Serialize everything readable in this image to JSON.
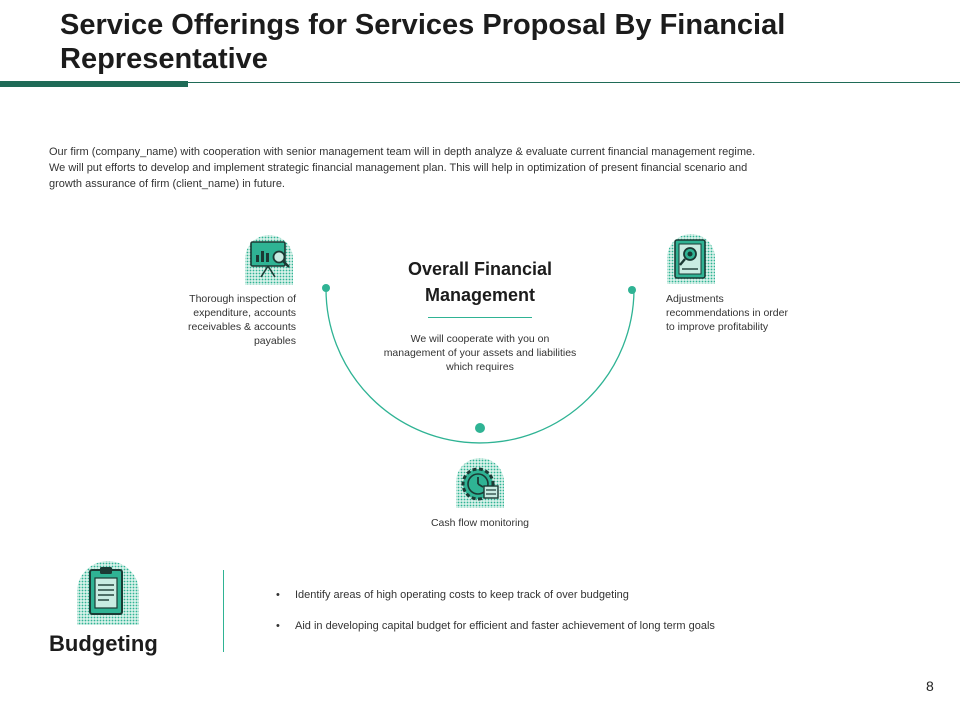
{
  "slide": {
    "title": "Service Offerings for Services Proposal By Financial Representative",
    "intro_lines": [
      "Our firm (company_name) with cooperation with senior management team will in depth analyze & evaluate current financial management regime.",
      "We will put efforts to develop and implement strategic financial management plan. This will help in optimization of present financial scenario and",
      "growth assurance of firm (client_name) in future."
    ],
    "page_number": "8"
  },
  "diagram": {
    "center_title": "Overall Financial Management",
    "center_description": "We will cooperate with you on management of your assets and liabilities which requires",
    "items": [
      {
        "icon": "presentation-chart-magnifier-icon",
        "text": "Thorough inspection of expenditure, accounts receivables & accounts payables"
      },
      {
        "icon": "document-search-icon",
        "text": "Adjustments recommendations in order to improve profitability"
      },
      {
        "icon": "gear-clock-money-icon",
        "text": "Cash flow monitoring"
      }
    ]
  },
  "budgeting": {
    "icon": "clipboard-icon",
    "title": "Budgeting",
    "bullets": [
      "Identify areas of high operating costs to keep track of over budgeting",
      "Aid in developing capital budget for efficient and faster achievement of long term goals"
    ]
  },
  "colors": {
    "accent": "#2fb394",
    "accent_light": "#c8ece2",
    "dark_green": "#1f6b57",
    "icon_dark": "#1b3a34"
  }
}
